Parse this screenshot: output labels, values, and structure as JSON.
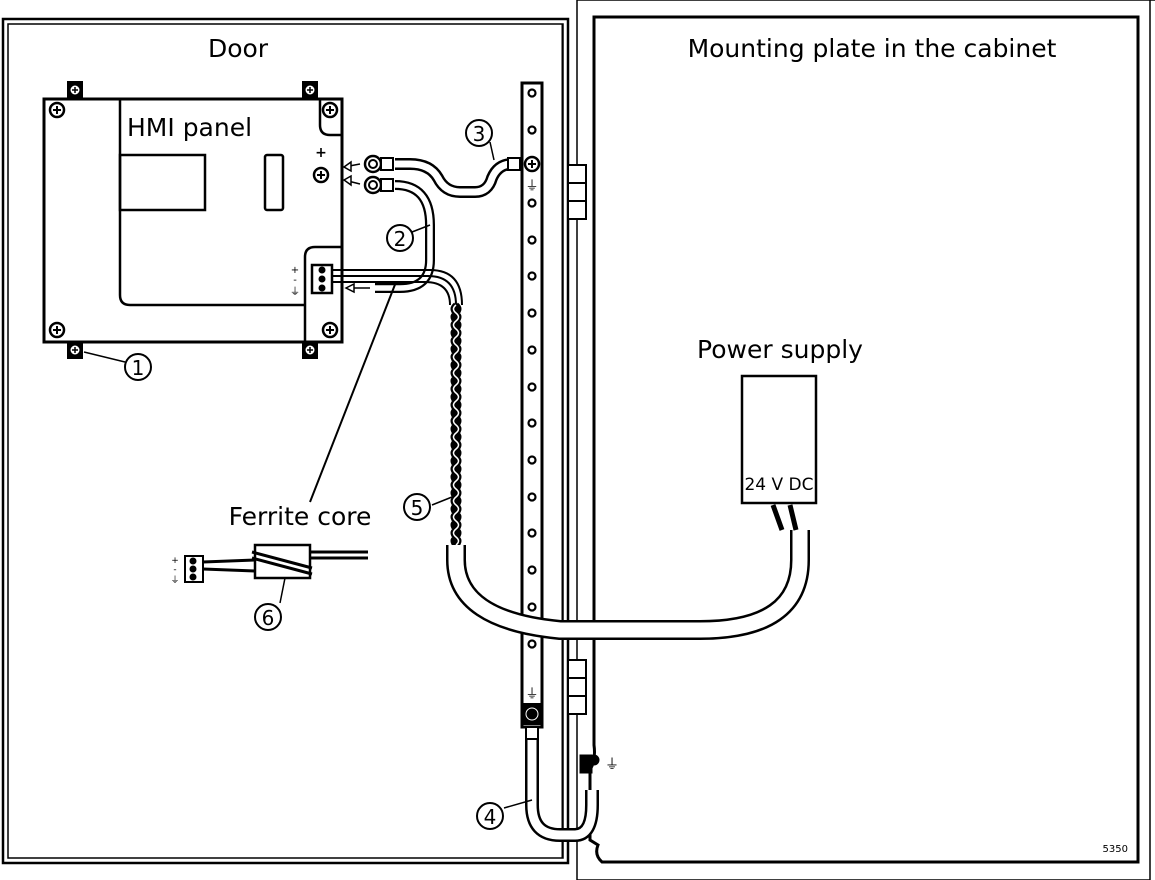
{
  "diagram": {
    "title_door": "Door",
    "title_mounting_plate": "Mounting plate in the cabinet",
    "hmi_panel_label": "HMI panel",
    "power_supply_label": "Power supply",
    "power_supply_voltage": "24 V DC",
    "ferrite_core_label": "Ferrite core",
    "figure_number": "5350",
    "callouts": [
      {
        "number": "1",
        "refers_to": "panel mounting clamp"
      },
      {
        "number": "2",
        "refers_to": "functional earth cable (HMI)"
      },
      {
        "number": "3",
        "refers_to": "earth cable to grounding rail"
      },
      {
        "number": "4",
        "refers_to": "door earth cable"
      },
      {
        "number": "5",
        "refers_to": "twisted power supply cable"
      },
      {
        "number": "6",
        "refers_to": "ferrite core on power cable"
      }
    ],
    "symbols": {
      "plus": "+",
      "minus": "-",
      "ground": "⏚"
    }
  }
}
